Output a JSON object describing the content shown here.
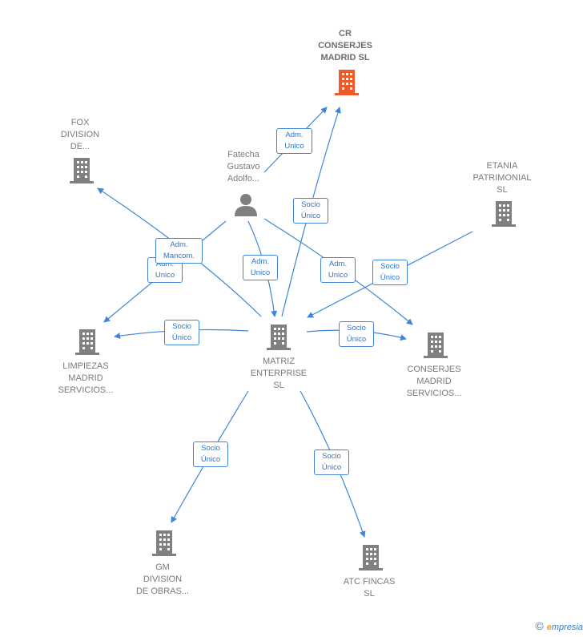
{
  "nodes": {
    "cr": "CR\nCONSERJES\nMADRID  SL",
    "fox": "FOX\nDIVISION\nDE...",
    "person": "Fatecha\nGustavo\nAdolfo...",
    "etania": "ETANIA\nPATRIMONIAL\nSL",
    "limpiezas": "LIMPIEZAS\nMADRID\nSERVICIOS...",
    "matriz": "MATRIZ\nENTERPRISE\nSL",
    "conserjes": "CONSERJES\nMADRID\nSERVICIOS...",
    "gm": "GM\nDIVISION\nDE OBRAS...",
    "atc": "ATC FINCAS\nSL"
  },
  "edges": {
    "adm_unico_cr": "Adm.\nUnico",
    "socio_unico_cr": "Socio\nÚnico",
    "adm_mancom": "Adm.\nMancom.",
    "adm_unico_limp": "Adm.\nUnico",
    "adm_unico_matriz": "Adm.\nUnico",
    "adm_unico_conserjes": "Adm.\nUnico",
    "socio_unico_etania": "Socio\nÚnico",
    "socio_unico_limp": "Socio\nÚnico",
    "socio_unico_conserjes": "Socio\nÚnico",
    "socio_unico_gm": "Socio\nÚnico",
    "socio_unico_atc": "Socio\nÚnico"
  },
  "colors": {
    "edge": "#3f86d8",
    "building": "#7f7f7f",
    "highlight": "#ef5a2b"
  },
  "footer": {
    "copyright": "©",
    "brand_initial": "e",
    "brand_rest": "mpresia"
  }
}
